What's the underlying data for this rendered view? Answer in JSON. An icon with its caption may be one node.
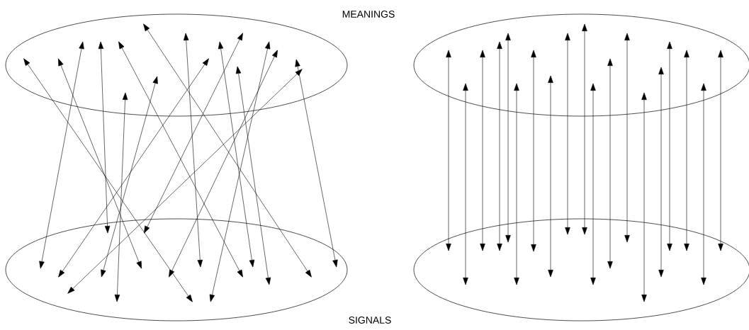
{
  "diagram": {
    "nodes": [
      {
        "text": [],
        "shape": "ellipse"
      },
      {
        "text": [],
        "shape": "ellipse"
      },
      {
        "text": [],
        "shape": "ellipse"
      },
      {
        "text": [],
        "shape": "ellipse"
      }
    ],
    "edges": [
      {
        "from": 0,
        "to": 2,
        "arrow": "both"
      },
      {
        "from": 0,
        "to": 2,
        "arrow": "both"
      },
      {
        "from": 0,
        "to": 2,
        "arrow": "both"
      },
      {
        "from": 0,
        "to": 2,
        "arrow": "both"
      },
      {
        "from": 0,
        "to": 2,
        "arrow": "both"
      },
      {
        "from": 0,
        "to": 2,
        "arrow": "both"
      },
      {
        "from": 0,
        "to": 2,
        "arrow": "both"
      },
      {
        "from": 0,
        "to": 2,
        "arrow": "both"
      },
      {
        "from": 0,
        "to": 2,
        "arrow": "both"
      },
      {
        "from": 0,
        "to": 2,
        "arrow": "both"
      },
      {
        "from": 0,
        "to": 2,
        "arrow": "both"
      },
      {
        "from": 0,
        "to": 2,
        "arrow": "both"
      },
      {
        "from": 0,
        "to": 2,
        "arrow": "both"
      },
      {
        "from": 0,
        "to": 2,
        "arrow": "both"
      },
      {
        "from": 0,
        "to": 2,
        "arrow": "both"
      },
      {
        "from": 0,
        "to": 2,
        "arrow": "both"
      },
      {
        "from": 0,
        "to": 2,
        "arrow": "both"
      },
      {
        "from": 1,
        "to": 3,
        "arrow": "both"
      },
      {
        "from": 1,
        "to": 3,
        "arrow": "both"
      },
      {
        "from": 1,
        "to": 3,
        "arrow": "both"
      },
      {
        "from": 1,
        "to": 3,
        "arrow": "both"
      },
      {
        "from": 1,
        "to": 3,
        "arrow": "both"
      },
      {
        "from": 1,
        "to": 3,
        "arrow": "both"
      },
      {
        "from": 1,
        "to": 3,
        "arrow": "both"
      },
      {
        "from": 1,
        "to": 3,
        "arrow": "both"
      },
      {
        "from": 1,
        "to": 3,
        "arrow": "both"
      },
      {
        "from": 1,
        "to": 3,
        "arrow": "both"
      },
      {
        "from": 1,
        "to": 3,
        "arrow": "both"
      },
      {
        "from": 1,
        "to": 3,
        "arrow": "both"
      },
      {
        "from": 1,
        "to": 3,
        "arrow": "both"
      },
      {
        "from": 1,
        "to": 3,
        "arrow": "both"
      },
      {
        "from": 1,
        "to": 3,
        "arrow": "both"
      },
      {
        "from": 1,
        "to": 3,
        "arrow": "both"
      },
      {
        "from": 1,
        "to": 3,
        "arrow": "both"
      },
      {
        "from": 1,
        "to": 3,
        "arrow": "both"
      },
      {
        "from": 1,
        "to": 3,
        "arrow": "both"
      }
    ],
    "labels": [
      "MEANINGS",
      "SIGNALS"
    ]
  }
}
